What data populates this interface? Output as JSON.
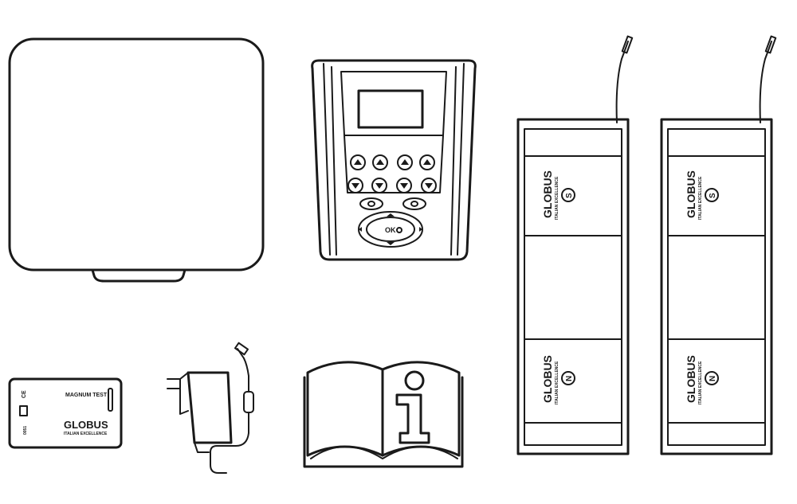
{
  "brand": {
    "name": "GLOBUS",
    "tagline": "ITALIAN EXCELLENCE"
  },
  "case": {
    "name": "carry case"
  },
  "device": {
    "ok_label": "OK"
  },
  "electrode_pads": [
    {
      "top_label": "S",
      "bottom_label": "N"
    },
    {
      "top_label": "S",
      "bottom_label": "N"
    }
  ],
  "test_card": {
    "title": "MAGNUM TEST",
    "brand": "GLOBUS",
    "tagline": "ITALIAN EXCELLENCE",
    "ce": "CE",
    "code": "0051"
  },
  "manual": {
    "icon": "info-icon"
  },
  "icons": [
    "case-icon",
    "stimulator-device-icon",
    "electrode-pad-icon",
    "test-card-icon",
    "power-adapter-icon",
    "manual-book-icon"
  ]
}
